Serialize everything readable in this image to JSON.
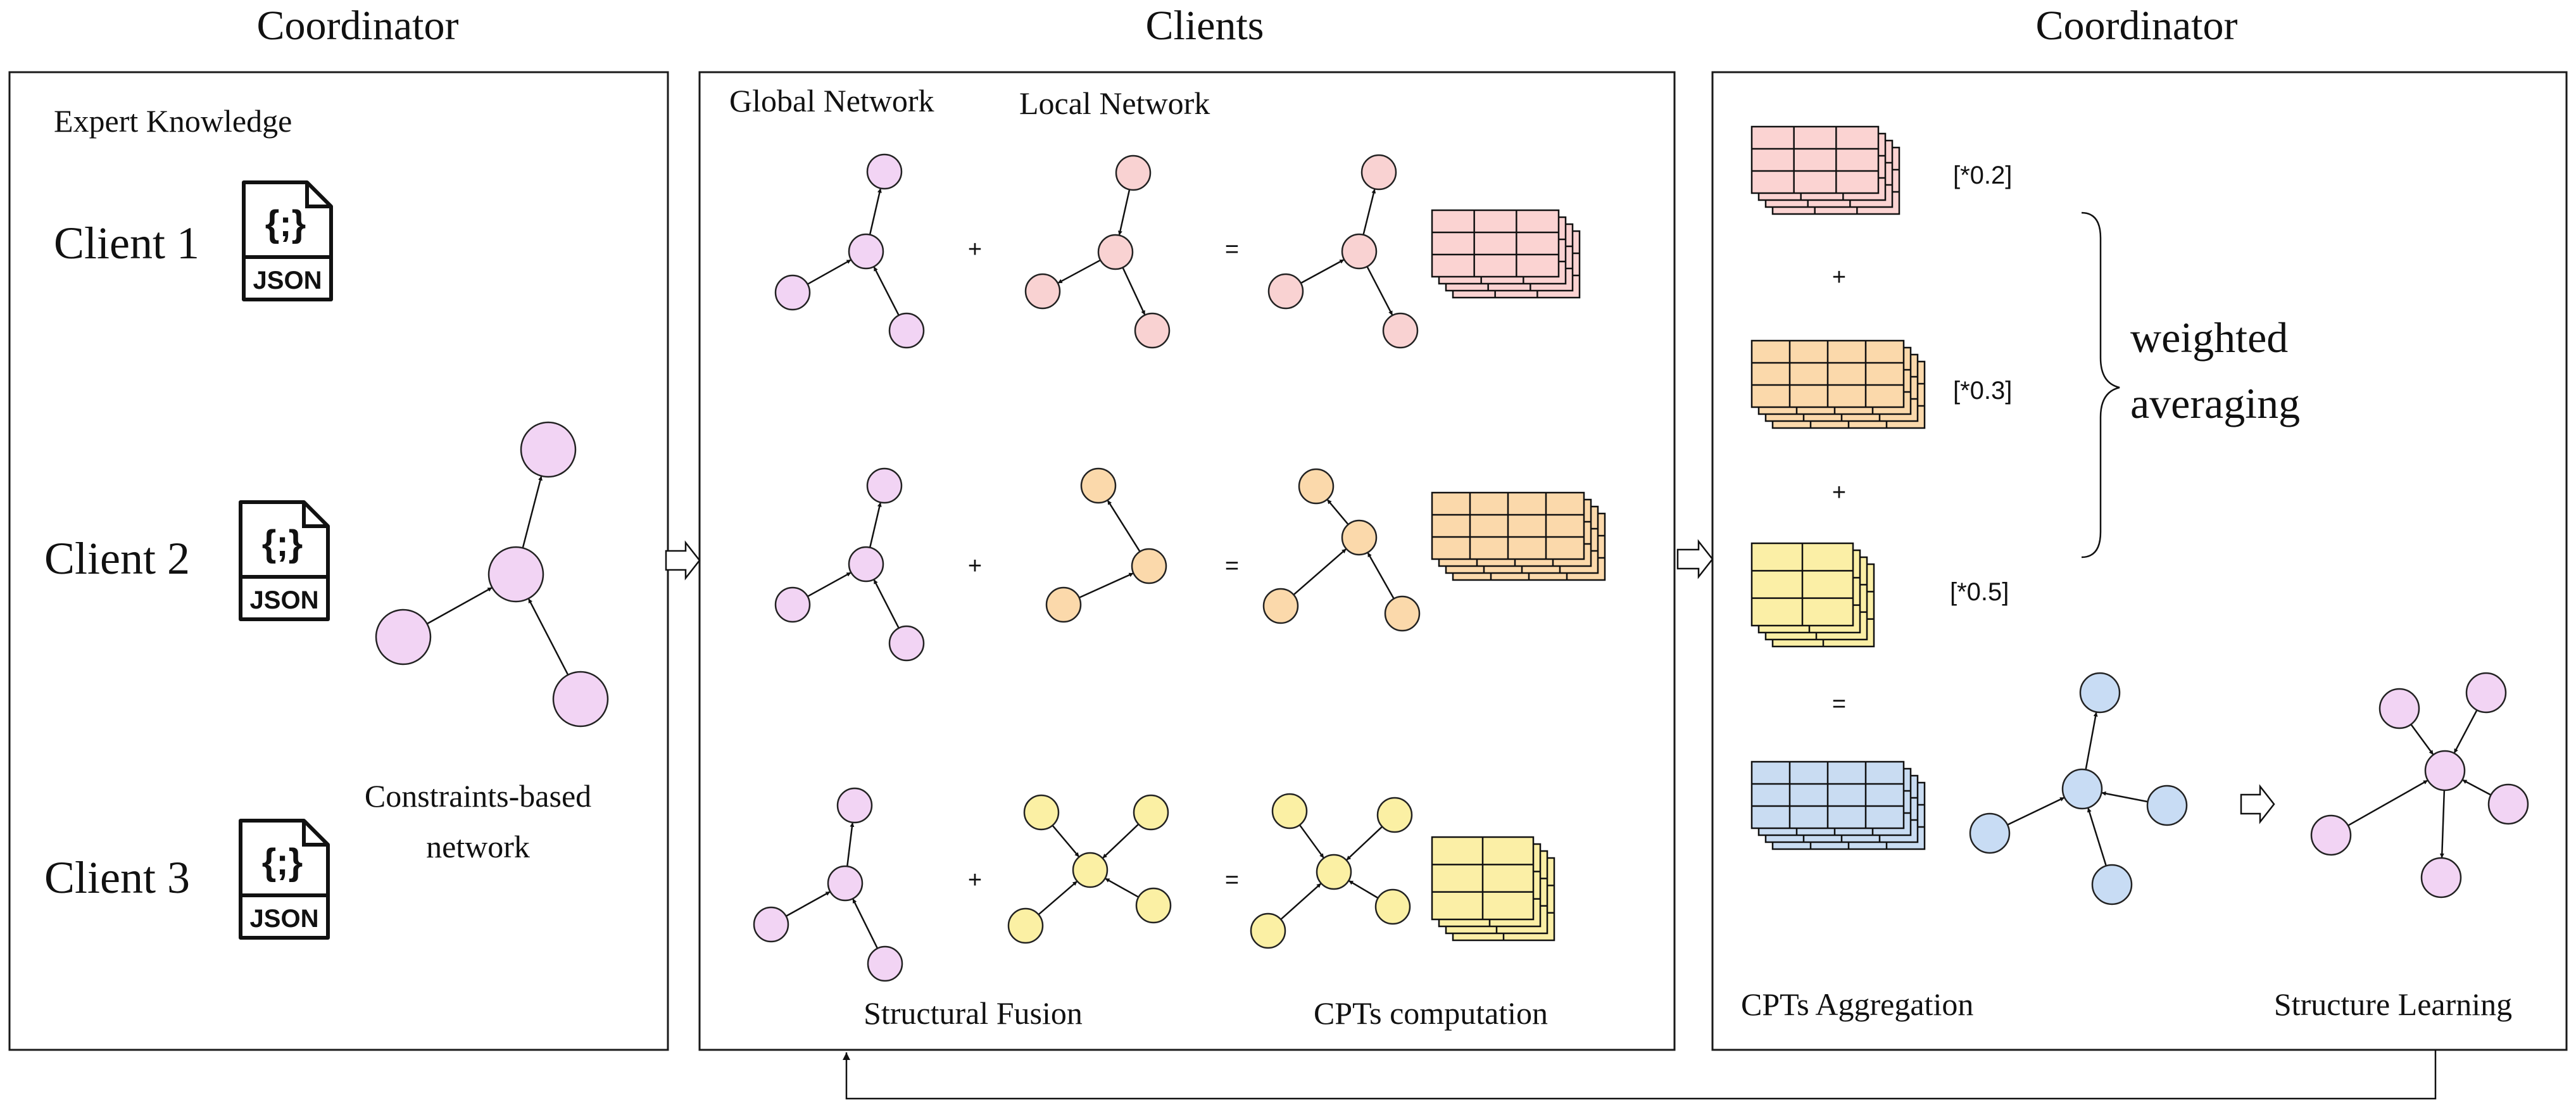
{
  "headers": {
    "left": "Coordinator",
    "middle": "Clients",
    "right": "Coordinator"
  },
  "left_panel": {
    "expert_knowledge": "Expert Knowledge",
    "clients": [
      "Client 1",
      "Client 2",
      "Client 3"
    ],
    "file_icon_label": "JSON",
    "file_icon_glyph": "{;}",
    "network_caption_line1": "Constraints-based",
    "network_caption_line2": "network"
  },
  "middle_panel": {
    "global_network": "Global Network",
    "local_network": "Local Network",
    "plus": "+",
    "equals": "=",
    "structural_fusion": "Structural Fusion",
    "cpts_computation": "CPTs computation"
  },
  "right_panel": {
    "weights": [
      "[*0.2]",
      "[*0.3]",
      "[*0.5]"
    ],
    "plus": "+",
    "equals": "=",
    "weighted_line1": "weighted",
    "weighted_line2": "averaging",
    "cpts_aggregation": "CPTs Aggregation",
    "structure_learning": "Structure Learning"
  },
  "colors": {
    "pink": "#f2d4f4",
    "red": "#f9d2d2",
    "orange": "#fbd9ab",
    "yellow": "#fbf0a4",
    "blue": "#c8dcf4",
    "table_red": "#fbd3d2",
    "table_orange": "#fbd9ab",
    "table_yellow": "#fbefa6",
    "table_blue": "#c9dcf2"
  }
}
